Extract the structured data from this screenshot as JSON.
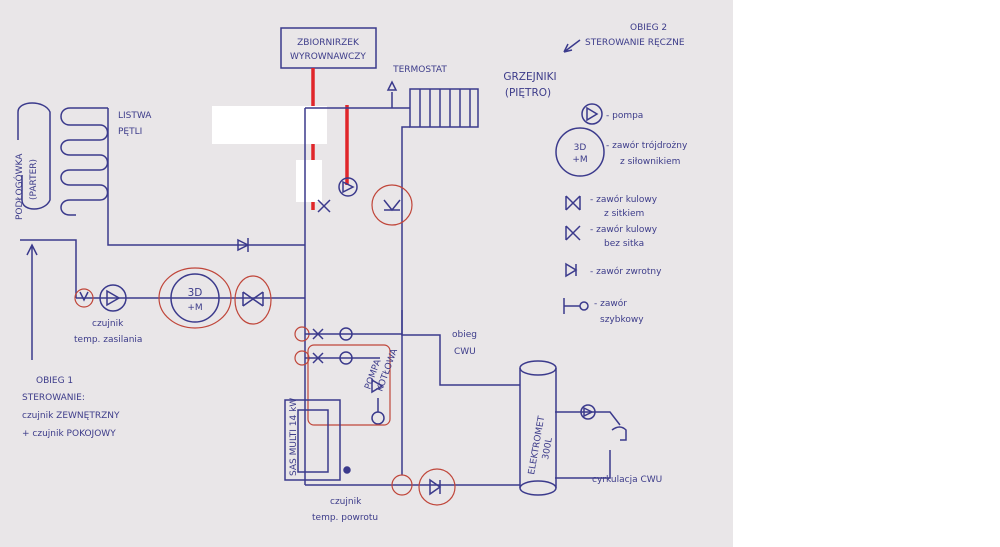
{
  "labels": {
    "tank": [
      "ZBIORNIRZEK",
      "WYROWNAWCZY"
    ],
    "termostat": "TERMOSTAT",
    "grzejniki": [
      "GRZEJNIKI",
      "(PIĘTRO)"
    ],
    "obieg2": [
      "OBIEG 2",
      "STEROWANIE RĘCZNE"
    ],
    "podlogowka": [
      "PODŁOGÓWKA",
      "(PARTER)"
    ],
    "listwa": [
      "LISTWA",
      "PĘTLI"
    ],
    "czujnik_zasilania": [
      "czujnik",
      "temp. zasilania"
    ],
    "czujnik_powrotu": [
      "czujnik",
      "temp. powrotu"
    ],
    "obieg1": [
      "OBIEG 1",
      "STEROWANIE:",
      "czujnik ZEWNĘTRZNY",
      "+ czujnik POKOJOWY"
    ],
    "obieg_cwu": [
      "obieg",
      "CWU"
    ],
    "cyrkulacja": "cyrkulacja CWU",
    "boiler": [
      "ELEKTROMET",
      "300L"
    ],
    "boiler_label": "SAS MULTI 14 kW",
    "pompa_kotlowa": [
      "POMPA",
      "KOTŁOWA"
    ],
    "mixer_3d": [
      "3D",
      "+M"
    ]
  },
  "legend": {
    "pompa": "- pompa",
    "zawor_3d": [
      "- zawór trójdrożny",
      "z siłownikiem"
    ],
    "kulowy_sitko": [
      "- zawór kulowy",
      "z sitkiem"
    ],
    "kulowy": [
      "- zawór kulowy",
      "bez sitka"
    ],
    "zwrotny": "- zawór zwrotny",
    "szybkozlaczka": [
      "- zawór",
      "szybkowy"
    ]
  }
}
